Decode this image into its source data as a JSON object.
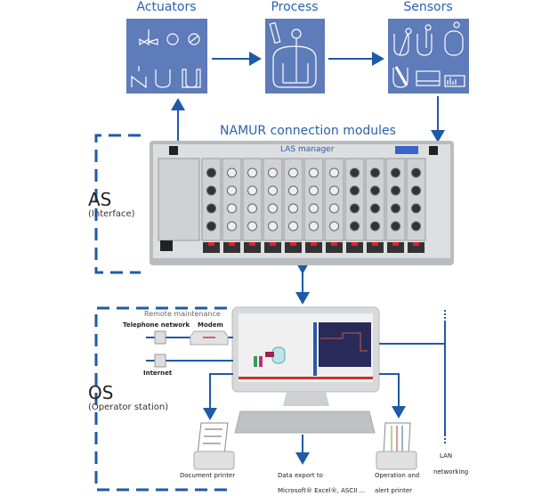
{
  "colors": {
    "accent": "#2a62ad",
    "box": "#5e7bba",
    "line": "#1f5aa8",
    "rack": "#c9ccce"
  },
  "top": {
    "actuators": "Actuators",
    "process": "Process",
    "sensors": "Sensors"
  },
  "rack": {
    "title": "NAMUR connection modules",
    "brand": "LAS manager"
  },
  "as": {
    "label": "AS",
    "sub": "(Interface)"
  },
  "os": {
    "label": "OS",
    "sub": "(Operator station)"
  },
  "links": {
    "remote": "Remote maintenance",
    "telephone": "Telephone network",
    "modem": "Modem",
    "internet": "Internet",
    "lan": "LAN",
    "networking": "networking"
  },
  "outputs": {
    "doc_printer": "Document printer",
    "export_1": "Data export to",
    "export_2": "Microsoft® Excel®, ASCII ...",
    "alert_1": "Operation and",
    "alert_2": "alert printer"
  }
}
